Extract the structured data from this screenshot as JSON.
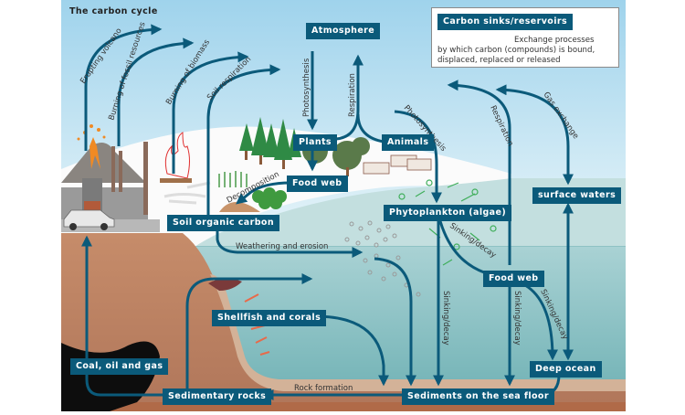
{
  "title": "The carbon cycle",
  "legend": {
    "sink_label": "Carbon sinks/reservoirs",
    "arrow_description": "Exchange processes by which carbon (compounds) is bound, displaced, replaced or released",
    "arrow_desc_line1": "Exchange processes",
    "arrow_desc_line2": "by which carbon (compounds) is bound,",
    "arrow_desc_line3": "displaced, replaced or released"
  },
  "reservoirs": {
    "atmosphere": "Atmosphere",
    "plants": "Plants",
    "animals": "Animals",
    "food_web_land": "Food web",
    "soil_organic_carbon": "Soil organic carbon",
    "phytoplankton": "Phytoplankton (algae)",
    "surface_waters": "surface waters",
    "food_web_ocean": "Food web",
    "shellfish_corals": "Shellfish and corals",
    "deep_ocean": "Deep ocean",
    "coal_oil_gas": "Coal, oil and gas",
    "sedimentary_rocks": "Sedimentary rocks",
    "sediments_sea_floor": "Sediments on the sea floor"
  },
  "processes": {
    "erupting_volcano": "Erupting volcano",
    "burning_fossil": "Burning of fossil resources",
    "burning_biomass": "Burning of biomass",
    "soil_respiration": "Soil respiration",
    "photosynthesis_land": "Photosynthesis",
    "respiration_land": "Respiration",
    "decomposition": "Decomposition",
    "photosynthesis_ocean": "Photosynthesis",
    "respiration_ocean": "Respiration",
    "gas_exchange": "Gas exchange",
    "weathering_erosion": "Weathering and erosion",
    "sinking_decay_1": "Sinking/decay",
    "sinking_decay_2": "Sinking/decay",
    "sinking_decay_3": "Sinking/decay",
    "sinking_decay_4": "Sinking/decay",
    "sinking_decay_5": "Sinking/decay",
    "rock_formation": "Rock formation"
  },
  "colors": {
    "reservoir_box": "#0b5a7a",
    "arrow": "#0b5a7a",
    "sky": "#cfe9f4",
    "ocean_surface": "#bcdcdc",
    "deep_ocean": "#7fbcc0",
    "earth": "#b97c5c",
    "sediment": "#c9a58a"
  }
}
